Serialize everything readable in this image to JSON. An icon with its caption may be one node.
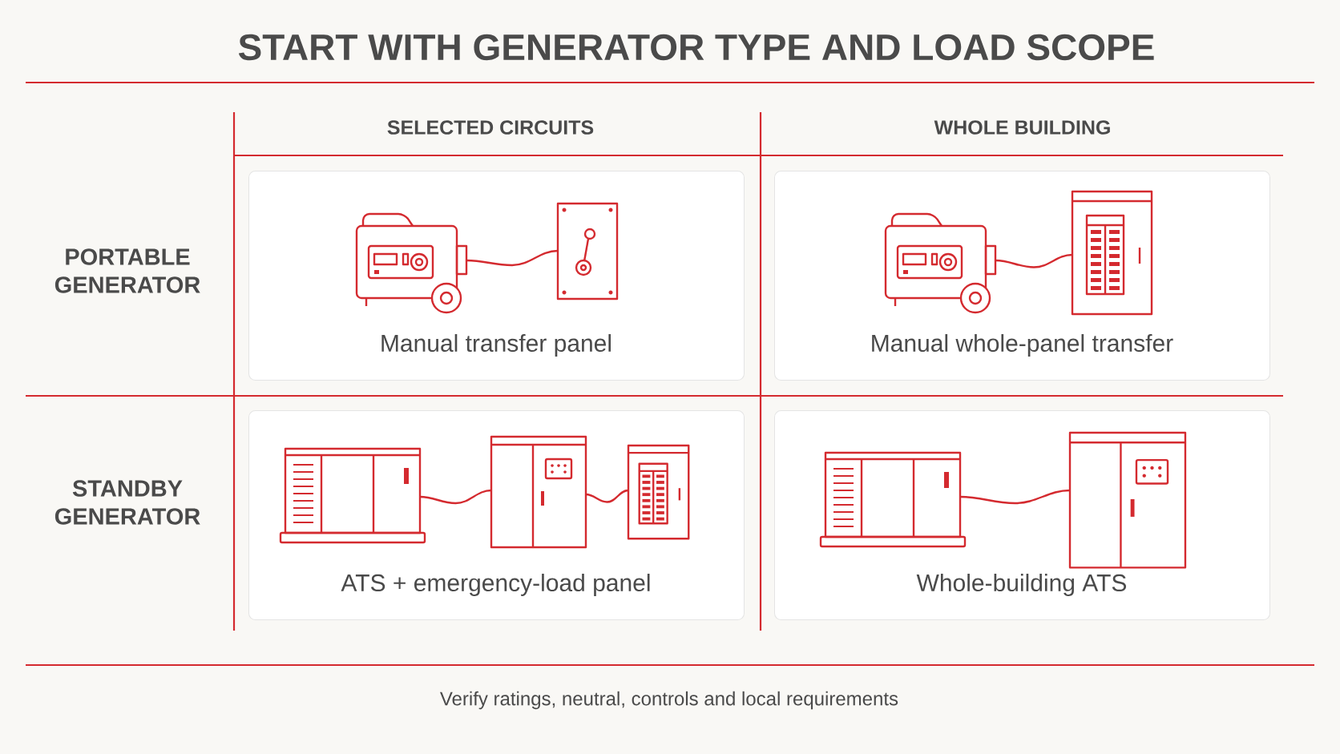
{
  "diagram": {
    "title": "START WITH GENERATOR TYPE AND LOAD SCOPE",
    "nodes": [
      {
        "text": [
          "Manual transfer panel"
        ]
      },
      {
        "text": [
          "Manual whole-panel transfer"
        ]
      },
      {
        "text": [
          "ATS + emergency-load panel"
        ]
      },
      {
        "text": [
          "Whole-building ATS"
        ]
      }
    ],
    "labels": [
      "SELECTED CIRCUITS",
      "WHOLE BUILDING",
      "PORTABLE GENERATOR",
      "STANDBY GENERATOR"
    ],
    "caption": "Verify ratings, neutral, controls and local requirements"
  }
}
